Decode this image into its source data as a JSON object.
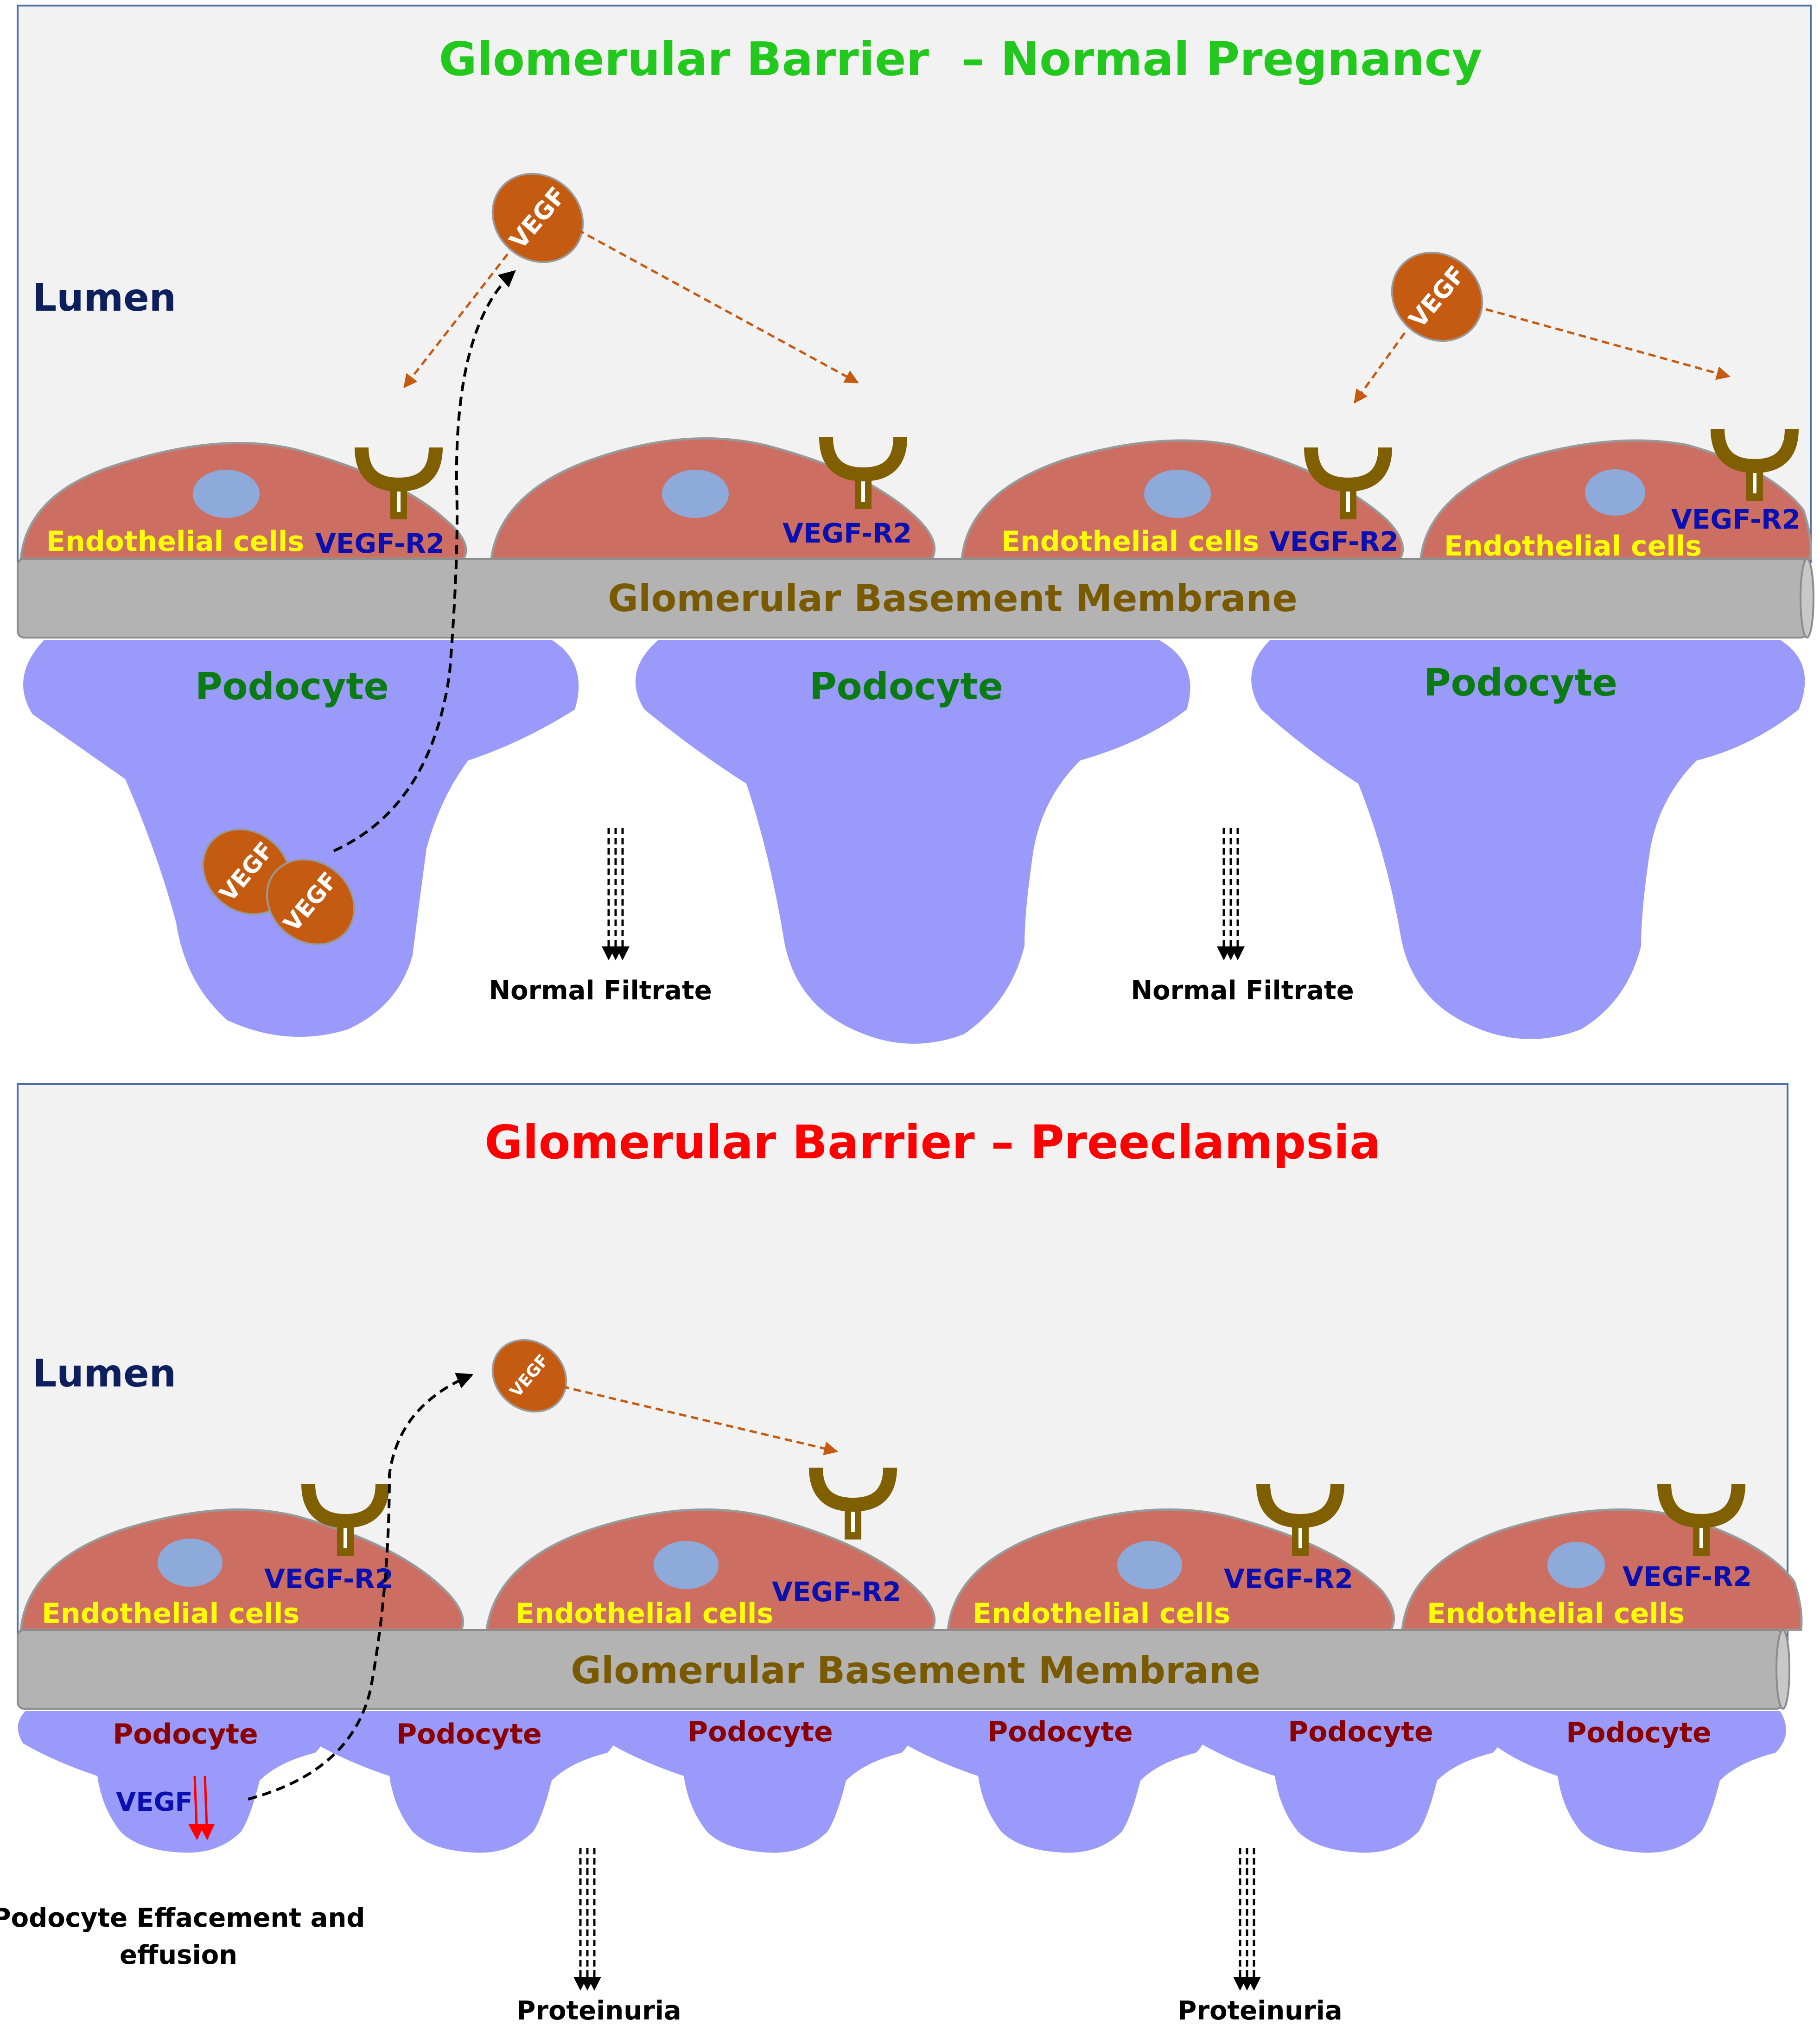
{
  "panels": {
    "normal": {
      "title": "Glomerular Barrier  – Normal Pregnancy",
      "lumen": "Lumen",
      "membrane": "Glomerular Basement Membrane",
      "endothelial_label": "Endothelial cells",
      "receptor_label": "VEGF-R2",
      "ligand_label": "VEGF",
      "podocyte_label": "Podocyte",
      "filtrate_label": "Normal Filtrate"
    },
    "preeclampsia": {
      "title": "Glomerular Barrier – Preeclampsia",
      "lumen": "Lumen",
      "membrane": "Glomerular Basement Membrane",
      "endothelial_label": "Endothelial cells",
      "receptor_label": "VEGF-R2",
      "ligand_label": "VEGF",
      "podocyte_label": "Podocyte",
      "podocyte_vegf_label": "VEGF",
      "effacement_line1": "Podocyte Effacement and",
      "effacement_line2": "effusion",
      "outcome_label": "Proteinuria"
    }
  },
  "colors": {
    "normal_title": "#22c81e",
    "preeclampsia_title": "#ff0000",
    "panel_bg": "#f2f2f2",
    "endothelial": "#cc6f62",
    "nucleus": "#8eaadb",
    "membrane": "#b3b3b3",
    "podocyte": "#9a9afa",
    "receptor": "#7f5f00",
    "vegf": "#c55a11",
    "vegf_arrow": "#c55a11"
  }
}
